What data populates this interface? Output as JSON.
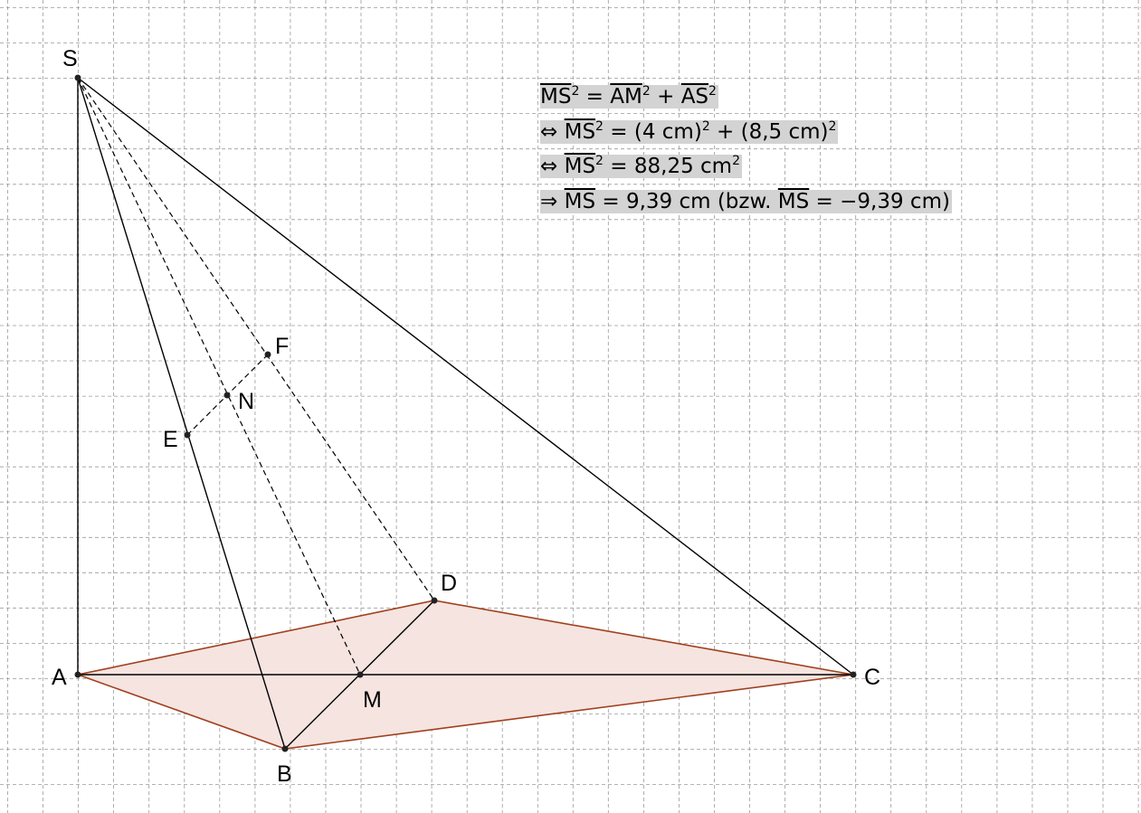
{
  "points": {
    "S": "S",
    "A": "A",
    "B": "B",
    "C": "C",
    "D": "D",
    "M": "M",
    "N": "N",
    "E": "E",
    "F": "F"
  },
  "formula": {
    "line1": {
      "ms": "MS",
      "sq1": "2",
      "eq": " = ",
      "am": "AM",
      "sq2": "2",
      "plus": " + ",
      "as": "AS",
      "sq3": "2"
    },
    "line2": {
      "arrow": "⇔ ",
      "ms": "MS",
      "sq1": "2",
      "rest_a": " = (4 cm)",
      "sq2": "2",
      "rest_b": " + (8,5 cm)",
      "sq3": "2"
    },
    "line3": {
      "arrow": "⇔ ",
      "ms": "MS",
      "sq1": "2",
      "rest_a": " = 88,25 cm",
      "sq2": "2"
    },
    "line4": {
      "arrow": "⇒ ",
      "ms": "MS",
      "rest_a": " = 9,39 cm   (bzw. ",
      "ms2": "MS",
      "rest_b": " = −9,39 cm)"
    }
  },
  "colors": {
    "grid": "#9a9a9a",
    "base_fill": "#f5e4e0",
    "base_edge": "#a0401f",
    "line": "#000000",
    "formula_bg": "#d3d3d3"
  }
}
